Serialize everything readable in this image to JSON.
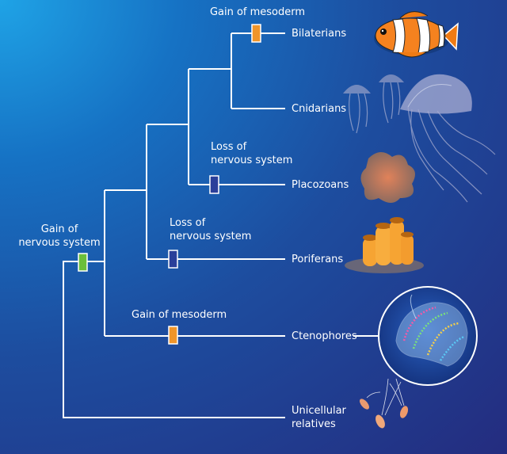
{
  "taxa": {
    "bilaterians": "Bilaterians",
    "cnidarians": "Cnidarians",
    "placozoans": "Placozoans",
    "poriferans": "Poriferans",
    "ctenophores": "Ctenophores",
    "unicellular_line1": "Unicellular",
    "unicellular_line2": "relatives"
  },
  "events": {
    "gain_mesoderm_top": "Gain of mesoderm",
    "loss_placozoa_line1": "Loss of",
    "loss_placozoa_line2": "nervous system",
    "loss_porifera_line1": "Loss of",
    "loss_porifera_line2": "nervous system",
    "gain_nervous_line1": "Gain of",
    "gain_nervous_line2": "nervous system",
    "gain_mesoderm_cteno": "Gain of mesoderm"
  },
  "colors": {
    "line": "#ffffff",
    "gain_mesoderm_marker": "#f0952a",
    "gain_nervous_marker": "#6bbf3a",
    "loss_marker_fill": "none"
  },
  "icons": [
    "clownfish-icon",
    "jellyfish-icon",
    "placozoan-icon",
    "sponge-icon",
    "comb-jelly-icon",
    "unicellular-icon"
  ]
}
